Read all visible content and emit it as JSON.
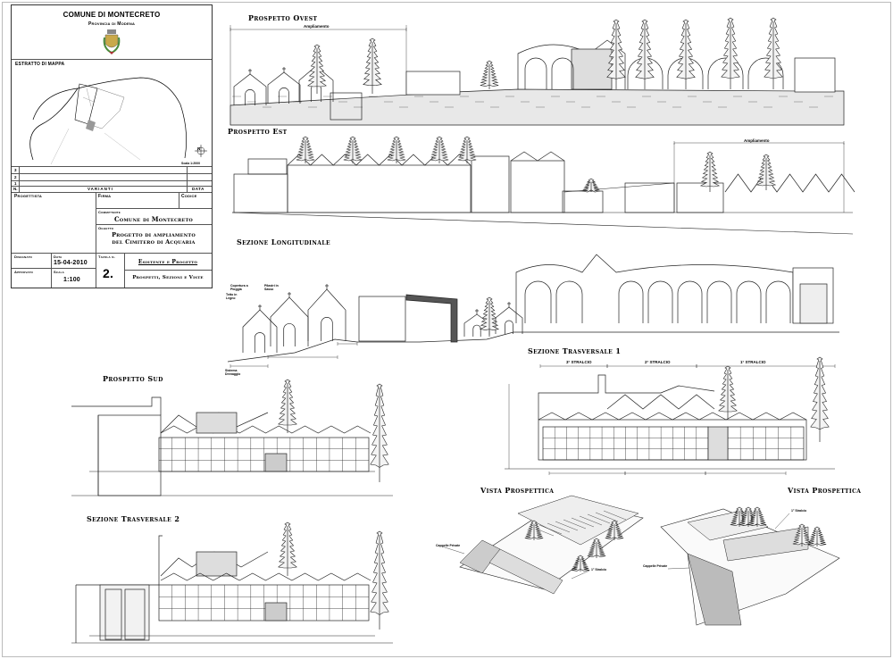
{
  "title_block": {
    "municipality": "COMUNE DI MONTECRETO",
    "province": "Provincia di Modena",
    "map_extract_label": "Estratto di mappa",
    "map_north": "N",
    "map_scale": "Scala 1:2000",
    "variants_rows": [
      "3",
      "2",
      "1"
    ],
    "variants_header_n": "N.",
    "variants_header": "VARIANTI",
    "variants_header_date": "DATA",
    "designer_label": "Progettista",
    "signature_label": "Firma",
    "code_label": "Codice",
    "client_label": "Committente",
    "client": "Comune di Montecreto",
    "subject_label": "Oggetto",
    "subject_line1": "Progetto di ampliamento",
    "subject_line2": "del Cimitero di Acquaria",
    "drawn_label": "Disegnato",
    "date_label": "Data",
    "date": "15-04-2010",
    "sheet_label": "Tavola n.",
    "sheet_number": "2.",
    "approved_label": "Approvato",
    "scale_label": "Scala",
    "scale": "1:100",
    "content_line1": "Esistente e Progetto",
    "content_line2": "Prospetti, Sezioni e Viste"
  },
  "drawings": {
    "west": {
      "title": "Prospetto Ovest",
      "extension": "Ampliamento"
    },
    "east": {
      "title": "Prospetto Est",
      "extension": "Ampliamento"
    },
    "longitudinal": {
      "title": "Sezione Longitudinale",
      "notes": [
        "Copertura a Pioggia",
        "Tetto in Legno",
        "Pilastri in Sasso",
        "Sistema Drenaggio"
      ]
    },
    "cross1": {
      "title": "Sezione Trasversale 1",
      "phases": [
        "3° STRALCIO",
        "2° STRALCIO",
        "1° STRALCIO"
      ]
    },
    "south": {
      "title": "Prospetto Sud"
    },
    "cross2": {
      "title": "Sezione Trasversale 2"
    },
    "view1": {
      "title": "Vista Prospettica",
      "labels": [
        "Cappelle Private",
        "1° Stralcio"
      ]
    },
    "view2": {
      "title": "Vista Prospettica",
      "labels": [
        "Cappelle Private",
        "1° Stralcio"
      ]
    }
  }
}
